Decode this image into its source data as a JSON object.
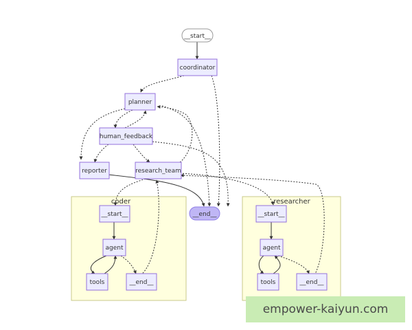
{
  "nodes": {
    "start": "__start__",
    "coordinator": "coordinator",
    "planner": "planner",
    "human_feedback": "human_feedback",
    "reporter": "reporter",
    "research_team": "research_team",
    "end": "__end__"
  },
  "clusters": {
    "coder": {
      "label": "coder",
      "start": "__start__",
      "agent": "agent",
      "tools": "tools",
      "end": "__end__"
    },
    "researcher": {
      "label": "researcher",
      "start": "__start__",
      "agent": "agent",
      "tools": "tools",
      "end": "__end__"
    }
  },
  "watermark": "empower-kaiyun.com",
  "colors": {
    "node_fill": "#ececff",
    "node_stroke": "#9370db",
    "end_fill": "#bfb6f5",
    "cluster_fill": "#ffffde",
    "watermark_bg": "#c9ecb4"
  }
}
